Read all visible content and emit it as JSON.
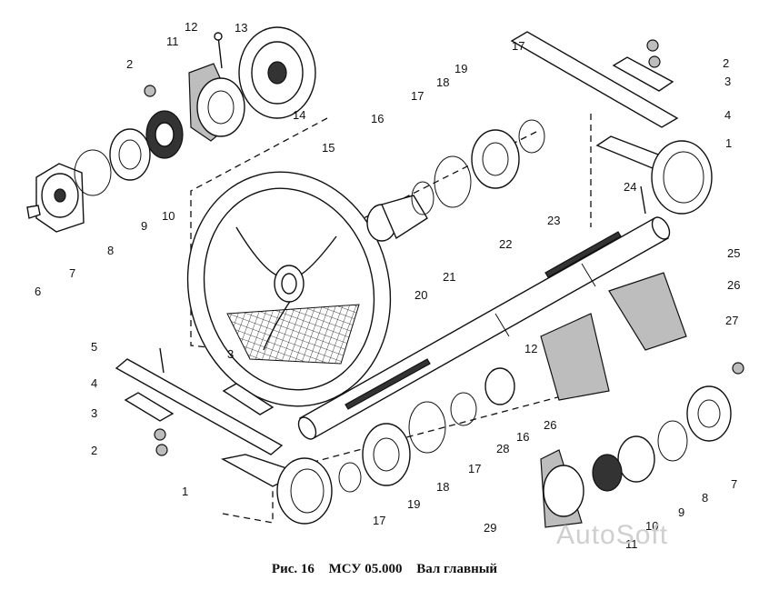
{
  "caption": {
    "fig": "Рис. 16",
    "code": "МСУ 05.000",
    "title": "Вал главный"
  },
  "watermark": "AutoSoft",
  "callouts": [
    {
      "id": "c13",
      "text": "13"
    },
    {
      "id": "c12a",
      "text": "12"
    },
    {
      "id": "c11a",
      "text": "11"
    },
    {
      "id": "c2a",
      "text": "2"
    },
    {
      "id": "c14",
      "text": "14"
    },
    {
      "id": "c17a",
      "text": "17"
    },
    {
      "id": "c2b",
      "text": "2"
    },
    {
      "id": "c3a",
      "text": "3"
    },
    {
      "id": "c4a",
      "text": "4"
    },
    {
      "id": "c18a",
      "text": "18"
    },
    {
      "id": "c19a",
      "text": "19"
    },
    {
      "id": "c16a",
      "text": "16"
    },
    {
      "id": "c17b",
      "text": "17"
    },
    {
      "id": "c15",
      "text": "15"
    },
    {
      "id": "c1a",
      "text": "1"
    },
    {
      "id": "c24",
      "text": "24"
    },
    {
      "id": "c25",
      "text": "25"
    },
    {
      "id": "c23",
      "text": "23"
    },
    {
      "id": "c22",
      "text": "22"
    },
    {
      "id": "c21",
      "text": "21"
    },
    {
      "id": "c20",
      "text": "20"
    },
    {
      "id": "c26a",
      "text": "26"
    },
    {
      "id": "c27",
      "text": "27"
    },
    {
      "id": "c12b",
      "text": "12"
    },
    {
      "id": "c8a",
      "text": "8"
    },
    {
      "id": "c9a",
      "text": "9"
    },
    {
      "id": "c10a",
      "text": "10"
    },
    {
      "id": "c7a",
      "text": "7"
    },
    {
      "id": "c6",
      "text": "6"
    },
    {
      "id": "c5",
      "text": "5"
    },
    {
      "id": "c3b",
      "text": "3"
    },
    {
      "id": "c4b",
      "text": "4"
    },
    {
      "id": "c3c",
      "text": "3"
    },
    {
      "id": "c2c",
      "text": "2"
    },
    {
      "id": "c1b",
      "text": "1"
    },
    {
      "id": "c17c",
      "text": "17"
    },
    {
      "id": "c19b",
      "text": "19"
    },
    {
      "id": "c18b",
      "text": "18"
    },
    {
      "id": "c17d",
      "text": "17"
    },
    {
      "id": "c16b",
      "text": "16"
    },
    {
      "id": "c26b",
      "text": "26"
    },
    {
      "id": "c28",
      "text": "28"
    },
    {
      "id": "c29",
      "text": "29"
    },
    {
      "id": "c10b",
      "text": "10"
    },
    {
      "id": "c11b",
      "text": "11"
    },
    {
      "id": "c9b",
      "text": "9"
    },
    {
      "id": "c8b",
      "text": "8"
    },
    {
      "id": "c7b",
      "text": "7"
    }
  ]
}
